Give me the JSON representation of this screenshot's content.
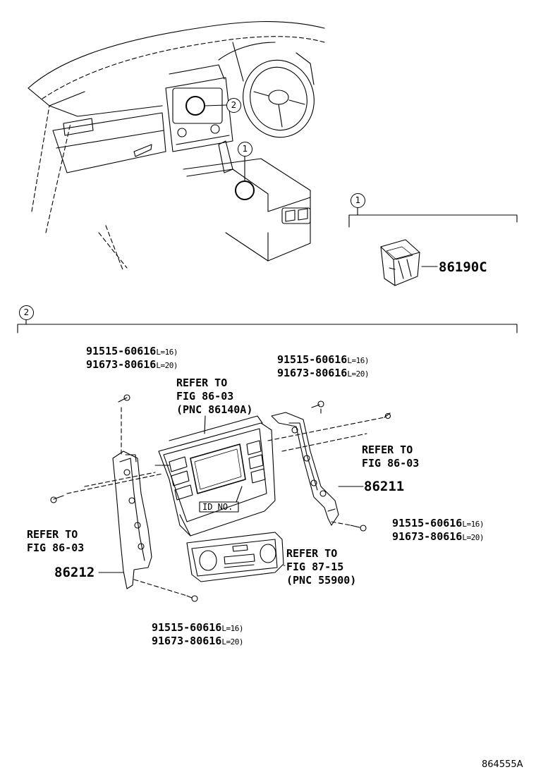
{
  "callouts": {
    "c1": "1",
    "c2": "2",
    "section1": "1",
    "section2": "2"
  },
  "parts": {
    "switch": "86190C",
    "bracket_rh": "86211",
    "bracket_lh": "86212"
  },
  "screws": {
    "tl": {
      "a": "91515-60616",
      "a_len": "L=16)",
      "b": "91673-80616",
      "b_len": "L=20)"
    },
    "tr": {
      "a": "91515-60616",
      "a_len": "L=16)",
      "b": "91673-80616",
      "b_len": "L=20)"
    },
    "br": {
      "a": "91515-60616",
      "a_len": "L=16)",
      "b": "91673-80616",
      "b_len": "L=20)"
    },
    "bc": {
      "a": "91515-60616",
      "a_len": "L=16)",
      "b": "91673-80616",
      "b_len": "L=20)"
    }
  },
  "refs": {
    "top": [
      "REFER TO",
      "FIG 86-03",
      "(PNC 86140A)"
    ],
    "right": [
      "REFER TO",
      "FIG 86-03"
    ],
    "left": [
      "REFER TO",
      "FIG 86-03"
    ],
    "climate": [
      "REFER TO",
      "FIG 87-15",
      "(PNC 55900)"
    ]
  },
  "id_label": "ID NO.",
  "figure_code": "864555A"
}
